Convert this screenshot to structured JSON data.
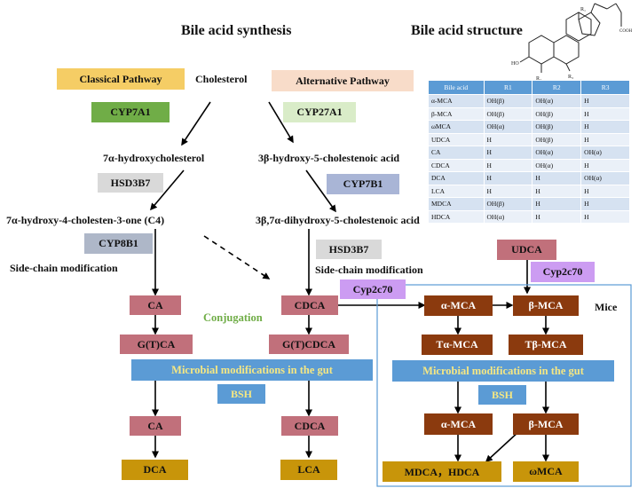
{
  "titles": {
    "synthesis": "Bile acid synthesis",
    "structure": "Bile acid structure"
  },
  "pathways": {
    "classical": "Classical Pathway",
    "alternative": "Alternative Pathway",
    "cholesterol": "Cholesterol"
  },
  "enzymes": {
    "cyp7a1": "CYP7A1",
    "cyp27a1": "CYP27A1",
    "hsd3b7_left": "HSD3B7",
    "cyp7b1": "CYP7B1",
    "cyp8b1": "CYP8B1",
    "hsd3b7_right": "HSD3B7",
    "cyp2c70_top": "Cyp2c70",
    "cyp2c70_mid": "Cyp2c70"
  },
  "intermediates": {
    "hydroxycholesterol": "7α-hydroxycholesterol",
    "cholestenoic": "3β-hydroxy-5-cholestenoic  acid",
    "c4": "7α-hydroxy-4-cholesten-3-one (C4)",
    "dihydroxy": "3β,7α-dihydroxy-5-cholestenoic  acid",
    "side_chain_left": "Side-chain  modification",
    "side_chain_right": "Side-chain  modification",
    "conjugation": "Conjugation"
  },
  "nodes": {
    "ca": "CA",
    "cdca": "CDCA",
    "gtca": "G(T)CA",
    "gtcdca": "G(T)CDCA",
    "ca2": "CA",
    "cdca2": "CDCA",
    "dca": "DCA",
    "lca": "LCA",
    "udca": "UDCA",
    "a_mca": "α-MCA",
    "b_mca": "β-MCA",
    "ta_mca": "Tα-MCA",
    "tb_mca": "Tβ-MCA",
    "a_mca2": "α-MCA",
    "b_mca2": "β-MCA",
    "mdca_hdca": "MDCA，HDCA",
    "omca": "ωMCA",
    "mice": "Mice"
  },
  "gut": {
    "left_banner": "Microbial  modifications  in  the  gut",
    "right_banner": "Microbial  modifications  in  the  gut",
    "bsh_left": "BSH",
    "bsh_right": "BSH"
  },
  "structure_labels": {
    "r1": "R₁",
    "r2": "R₂",
    "r3": "R₃",
    "ho": "HO",
    "cooh": "COOH"
  },
  "table": {
    "headers": [
      "Bile acid",
      "R1",
      "R2",
      "R3"
    ],
    "rows": [
      [
        "α-MCA",
        "OH(β)",
        "OH(α)",
        "H"
      ],
      [
        "β-MCA",
        "OH(β)",
        "OH(β)",
        "H"
      ],
      [
        "ωMCA",
        "OH(α)",
        "OH(β)",
        "H"
      ],
      [
        "UDCA",
        "H",
        "OH(β)",
        "H"
      ],
      [
        "CA",
        "H",
        "OH(α)",
        "OH(α)"
      ],
      [
        "CDCA",
        "H",
        "OH(α)",
        "H"
      ],
      [
        "DCA",
        "H",
        "H",
        "OH(α)"
      ],
      [
        "LCA",
        "H",
        "H",
        "H"
      ],
      [
        "MDCA",
        "OH(β)",
        "H",
        "H"
      ],
      [
        "HDCA",
        "OH(α)",
        "H",
        "H"
      ]
    ]
  }
}
